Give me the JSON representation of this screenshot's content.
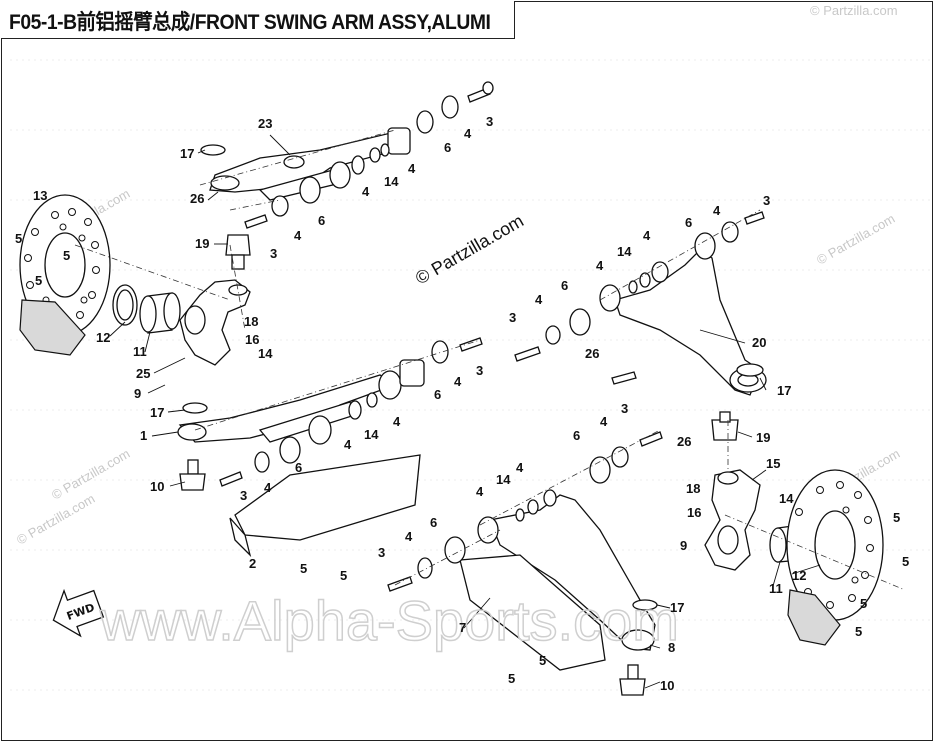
{
  "title": "F05-1-B前铝摇臂总成/FRONT SWING ARM ASSY,ALUMI",
  "credit": "© Partzilla.com",
  "watermarks": {
    "small": "© Partzilla.com",
    "large": "www.Alpha-Sports.com"
  },
  "fwd_label": "FWD",
  "callouts": [
    {
      "id": "c23",
      "label": "23"
    },
    {
      "id": "c17a",
      "label": "17"
    },
    {
      "id": "c26a",
      "label": "26"
    },
    {
      "id": "c19a",
      "label": "19"
    },
    {
      "id": "c3a",
      "label": "3"
    },
    {
      "id": "c4a",
      "label": "4"
    },
    {
      "id": "c6a",
      "label": "6"
    },
    {
      "id": "c3b",
      "label": "3"
    },
    {
      "id": "c4b",
      "label": "4"
    },
    {
      "id": "c6b",
      "label": "6"
    },
    {
      "id": "c4c",
      "label": "4"
    },
    {
      "id": "c14a",
      "label": "14"
    },
    {
      "id": "c4d",
      "label": "4"
    },
    {
      "id": "c13",
      "label": "13"
    },
    {
      "id": "c5a",
      "label": "5"
    },
    {
      "id": "c5b",
      "label": "5"
    },
    {
      "id": "c5c",
      "label": "5"
    },
    {
      "id": "c12a",
      "label": "12"
    },
    {
      "id": "c11a",
      "label": "11"
    },
    {
      "id": "c25",
      "label": "25"
    },
    {
      "id": "c9a",
      "label": "9"
    },
    {
      "id": "c18a",
      "label": "18"
    },
    {
      "id": "c16a",
      "label": "16"
    },
    {
      "id": "c14b",
      "label": "14"
    },
    {
      "id": "c17b",
      "label": "17"
    },
    {
      "id": "c1",
      "label": "1"
    },
    {
      "id": "c10a",
      "label": "10"
    },
    {
      "id": "c3c",
      "label": "3"
    },
    {
      "id": "c4e",
      "label": "4"
    },
    {
      "id": "c6c",
      "label": "6"
    },
    {
      "id": "c4f",
      "label": "4"
    },
    {
      "id": "c14c",
      "label": "14"
    },
    {
      "id": "c4g",
      "label": "4"
    },
    {
      "id": "c6d",
      "label": "6"
    },
    {
      "id": "c4h",
      "label": "4"
    },
    {
      "id": "c3d",
      "label": "3"
    },
    {
      "id": "c3e",
      "label": "3"
    },
    {
      "id": "c4i",
      "label": "4"
    },
    {
      "id": "c2",
      "label": "2"
    },
    {
      "id": "c5d",
      "label": "5"
    },
    {
      "id": "c5e",
      "label": "5"
    },
    {
      "id": "c3f",
      "label": "3"
    },
    {
      "id": "c4j",
      "label": "4"
    },
    {
      "id": "c6e",
      "label": "6"
    },
    {
      "id": "c14d",
      "label": "14"
    },
    {
      "id": "c4k",
      "label": "4"
    },
    {
      "id": "c20",
      "label": "20"
    },
    {
      "id": "c17c",
      "label": "17"
    },
    {
      "id": "c26b",
      "label": "26"
    },
    {
      "id": "c6f",
      "label": "6"
    },
    {
      "id": "c4l",
      "label": "4"
    },
    {
      "id": "c3g",
      "label": "3"
    },
    {
      "id": "c19b",
      "label": "19"
    },
    {
      "id": "c3h",
      "label": "3"
    },
    {
      "id": "c4m",
      "label": "4"
    },
    {
      "id": "c6g",
      "label": "6"
    },
    {
      "id": "c26c",
      "label": "26"
    },
    {
      "id": "c15",
      "label": "15"
    },
    {
      "id": "c18b",
      "label": "18"
    },
    {
      "id": "c16b",
      "label": "16"
    },
    {
      "id": "c14e",
      "label": "14"
    },
    {
      "id": "c9b",
      "label": "9"
    },
    {
      "id": "c11b",
      "label": "11"
    },
    {
      "id": "c12b",
      "label": "12"
    },
    {
      "id": "c5f",
      "label": "5"
    },
    {
      "id": "c5g",
      "label": "5"
    },
    {
      "id": "c5h",
      "label": "5"
    },
    {
      "id": "c5i",
      "label": "5"
    },
    {
      "id": "c4n",
      "label": "4"
    },
    {
      "id": "c14f",
      "label": "14"
    },
    {
      "id": "c4o",
      "label": "4"
    },
    {
      "id": "c6h",
      "label": "6"
    },
    {
      "id": "c3i",
      "label": "3"
    },
    {
      "id": "c4p",
      "label": "4"
    },
    {
      "id": "c7",
      "label": "7"
    },
    {
      "id": "c17d",
      "label": "17"
    },
    {
      "id": "c8",
      "label": "8"
    },
    {
      "id": "c10b",
      "label": "10"
    },
    {
      "id": "c5j",
      "label": "5"
    },
    {
      "id": "c5k",
      "label": "5"
    }
  ]
}
